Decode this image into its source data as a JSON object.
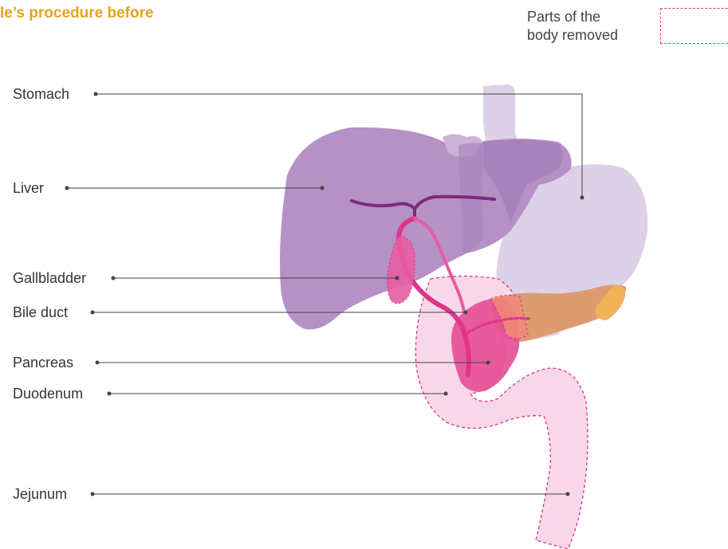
{
  "title": "le’s procedure before",
  "legend": {
    "line1": "Parts of the",
    "line2": "body removed",
    "color": "#e0338a"
  },
  "labels": {
    "stomach": "Stomach",
    "liver": "Liver",
    "gallbladder": "Gallbladder",
    "bile_duct": "Bile duct",
    "pancreas": "Pancreas",
    "duodenum": "Duodenum",
    "jejunum": "Jejunum"
  },
  "colors": {
    "title": "#e8a21c",
    "liver": "#b591c6",
    "stomach": "#ddd1e8",
    "removed_pink": "#e0338a",
    "pancreas_tail": "#dd9b70",
    "intestine": "#f8d8e8"
  }
}
